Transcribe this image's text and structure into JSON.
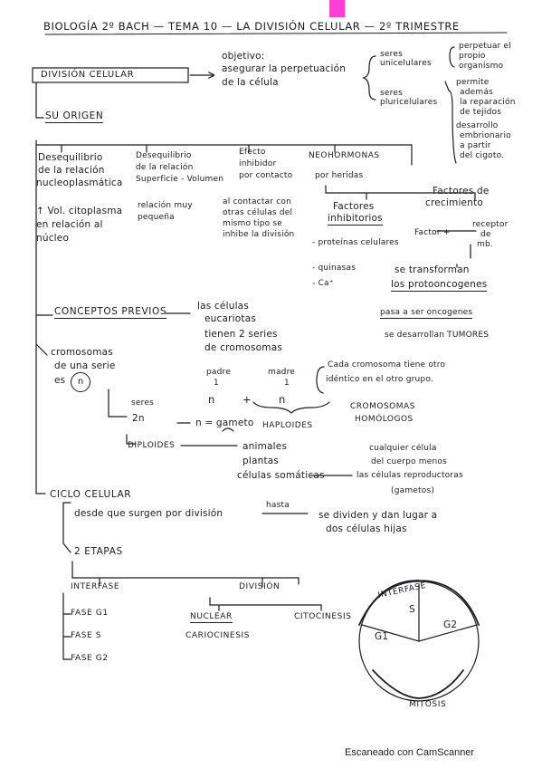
{
  "colors": {
    "marker": "#ff3fd4",
    "ink": "#1c1c22",
    "paper": "#ffffff"
  },
  "header": "BIOLOGÍA 2º BACH — TEMA 10 — LA DIVISIÓN CELULAR — 2º TRIMESTRE",
  "root": {
    "title": "DIVISIÓN CELULAR",
    "objetivo": "objetivo:",
    "objetivo_text": [
      "asegurar la perpetuación",
      "de la célula"
    ]
  },
  "uni": {
    "label": "seres unicelulares",
    "text": [
      "perpetuar el",
      "propio",
      "organismo"
    ]
  },
  "pluri": {
    "label": "seres pluricelulares",
    "bullet1": [
      "permite",
      "además",
      "la reparación",
      "de tejidos"
    ],
    "bullet2": [
      "desarrollo",
      "embrionario",
      "a partir",
      "del cigoto."
    ]
  },
  "origen": {
    "title": "SU ORIGEN",
    "c1": {
      "title": [
        "Desequilibrio",
        "de la relación",
        "nucleoplasmática"
      ],
      "text": [
        "↑ Vol. citoplasma",
        "en relación al",
        "núcleo"
      ]
    },
    "c2": {
      "title": [
        "Desequilibrio",
        "de la relación",
        "Superficie - Volumen"
      ],
      "text": [
        "relación muy",
        "pequeña"
      ]
    },
    "c3": {
      "title": [
        "Efecto",
        "inhibidor",
        "por contacto"
      ],
      "text": [
        "al contactar con",
        "otras células del",
        "mismo tipo se",
        "inhibe la división"
      ]
    },
    "c4": {
      "title": [
        "NEOHORMONAS",
        "por heridas"
      ]
    },
    "factores_inhib": {
      "title": [
        "Factores",
        "inhibitorios"
      ],
      "items": [
        "proteínas celulares",
        "quinasas",
        "Ca⁺"
      ]
    },
    "factores_crec": {
      "title": [
        "Factores de",
        "crecimiento"
      ],
      "formula": "Factor +",
      "receptor": [
        "receptor",
        "de",
        "mb."
      ]
    },
    "transform": [
      "se transforman",
      "los protooncogenes"
    ],
    "oncogenes": "pasa a ser oncogenes",
    "tumores": "se desarrollan TUMORES"
  },
  "previos": {
    "title": "CONCEPTOS PREVIOS",
    "text": [
      "las células",
      "eucariotas",
      "tienen 2 series",
      "de cromosomas"
    ],
    "cromosomas": [
      "cromosomas",
      "de una serie",
      "es"
    ],
    "n": "n",
    "padre": [
      "padre",
      "1"
    ],
    "madre": [
      "madre",
      "1"
    ],
    "formula": [
      "n",
      "+",
      "n"
    ],
    "cada": [
      "Cada cromosoma tiene otro",
      "idéntico en el otro grupo."
    ],
    "homologos": [
      "CROMOSOMAS",
      "HOMÓLOGOS"
    ],
    "seres": "seres",
    "twon": "2n",
    "gameto": "n = gameto",
    "haploides": "HAPLOIDES",
    "diploides": "DIPLOIDES",
    "animales": [
      "animales",
      "plantas",
      "células somáticas"
    ],
    "cualquier": [
      "cualquier célula",
      "del cuerpo menos"
    ],
    "reproductoras": [
      "las células reproductoras",
      "(gametos)"
    ]
  },
  "ciclo": {
    "title": "CICLO CELULAR",
    "desde": "desde que surgen por división",
    "hasta": "hasta",
    "sedivide": [
      "se dividen y dan lugar a",
      "dos células hijas"
    ],
    "etapas": "2 ETAPAS",
    "interfase": "INTERFASE",
    "division": "DIVISIÓN",
    "fases": [
      "FASE G1",
      "FASE S",
      "FASE G2"
    ],
    "nuclear": "NUCLEAR",
    "cariocinesis": "CARIOCINESIS",
    "citocinesis": "CITOCINESIS"
  },
  "pie": {
    "interfase": "INTERFASE",
    "s": "S",
    "g1": "G1",
    "g2": "G2",
    "mitosis": "MITOSIS"
  },
  "footer": "Escaneado con CamScanner"
}
